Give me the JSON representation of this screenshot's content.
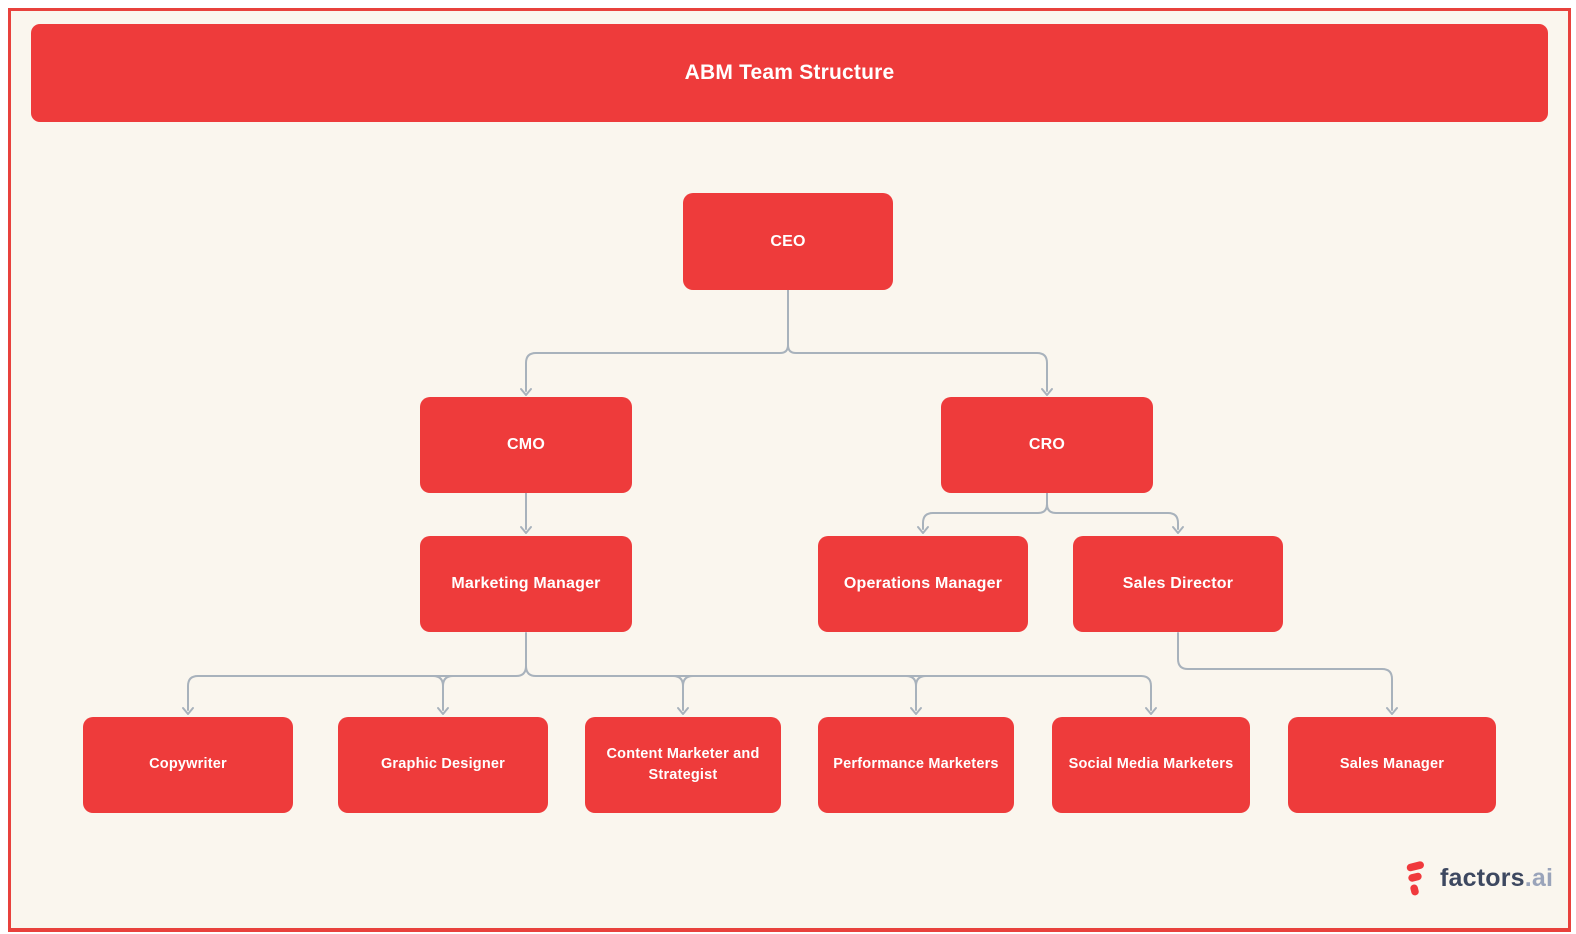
{
  "title": "ABM Team Structure",
  "colors": {
    "box_red": "#ee3b3b",
    "border_red": "#e8413c",
    "background_cream": "#faf6ee",
    "connector_gray": "#a8b2bc",
    "node_text": "#ffffff",
    "logo_brand_navy": "#3d4860",
    "logo_suffix_gray": "#9aa4ba"
  },
  "nodes": {
    "ceo": {
      "label": "CEO"
    },
    "cmo": {
      "label": "CMO"
    },
    "cro": {
      "label": "CRO"
    },
    "marketing_manager": {
      "label": "Marketing Manager"
    },
    "operations_manager": {
      "label": "Operations Manager"
    },
    "sales_director": {
      "label": "Sales Director"
    },
    "copywriter": {
      "label": "Copywriter"
    },
    "graphic_designer": {
      "label": "Graphic Designer"
    },
    "content_marketer": {
      "label": "Content Marketer and Strategist"
    },
    "performance_marketers": {
      "label": "Performance Marketers"
    },
    "social_media_marketers": {
      "label": "Social Media Marketers"
    },
    "sales_manager": {
      "label": "Sales Manager"
    }
  },
  "hierarchy": [
    {
      "parent": "CEO",
      "child": "CMO"
    },
    {
      "parent": "CEO",
      "child": "CRO"
    },
    {
      "parent": "CMO",
      "child": "Marketing Manager"
    },
    {
      "parent": "CRO",
      "child": "Operations Manager"
    },
    {
      "parent": "CRO",
      "child": "Sales Director"
    },
    {
      "parent": "Marketing Manager",
      "child": "Copywriter"
    },
    {
      "parent": "Marketing Manager",
      "child": "Graphic Designer"
    },
    {
      "parent": "Marketing Manager",
      "child": "Content Marketer and Strategist"
    },
    {
      "parent": "Marketing Manager",
      "child": "Performance Marketers"
    },
    {
      "parent": "Marketing Manager",
      "child": "Social Media Marketers"
    },
    {
      "parent": "Sales Director",
      "child": "Sales Manager"
    }
  ],
  "logo": {
    "brand": "factors",
    "suffix": ".ai"
  }
}
